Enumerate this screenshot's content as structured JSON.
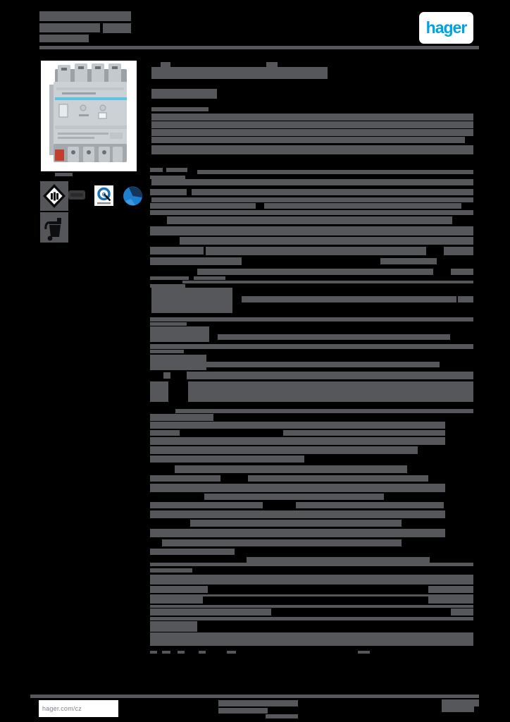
{
  "page": {
    "kind": "product-datasheet",
    "background": "#000000",
    "language_hint": "cz"
  },
  "brand": {
    "logo_text": "hager",
    "logo_color": "#00a3e0",
    "logo_card_bg": "#ffffff"
  },
  "header": {
    "title_lines_redacted": 3,
    "rule_color": "#55575b"
  },
  "product_photo": {
    "name": "din-rail-knx-device-photo",
    "stripe_color": "#5fc3e6",
    "body_color": "#ccd1d5",
    "clip_color": "#c23f2e"
  },
  "certifications": {
    "q_label": "Q",
    "icons": [
      {
        "name": "knx-eib-diamond-icon"
      },
      {
        "name": "knx-wordmark-icon"
      },
      {
        "name": "knx-quality-q-icon"
      },
      {
        "name": "blue-globe-icon"
      },
      {
        "name": "weee-crossed-bin-icon"
      }
    ]
  },
  "content": {
    "text_state": "redacted-illegible",
    "redaction_color": "#55575b"
  },
  "footer": {
    "website": "hager.com/cz"
  }
}
